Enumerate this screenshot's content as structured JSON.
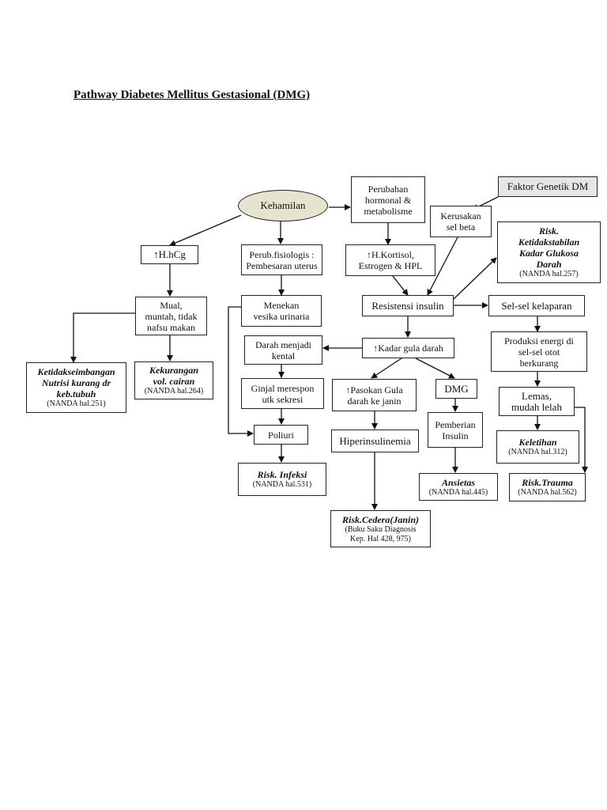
{
  "title": "Pathway Diabetes Mellitus Gestasional (DMG)",
  "nodes": {
    "kehamilan": [
      "Kehamilan"
    ],
    "perubahan_hormonal": [
      "Perubahan",
      "hormonal &",
      "metabolisme"
    ],
    "faktor_genetik": [
      "Faktor Genetik DM"
    ],
    "kerusakan_sel_beta": [
      "Kerusakan",
      "sel beta"
    ],
    "risk_ketidakstabilan": {
      "bold": [
        "Risk.",
        "Ketidakstabilan",
        "Kadar Glukosa",
        "Darah"
      ],
      "ref": "(NANDA hal.257)"
    },
    "hcg": [
      "↑H.hCg"
    ],
    "perub_fisiologis": [
      "Perub.fisiologis :",
      "Pembesaran uterus"
    ],
    "h_kortisol": [
      "↑H.Kortisol,",
      "Estrogen & HPL"
    ],
    "mual": [
      "Mual,",
      "muntah, tidak",
      "nafsu makan"
    ],
    "menekan_vesika": [
      "Menekan",
      "vesika urinaria"
    ],
    "resistensi_insulin": [
      "Resistensi insulin"
    ],
    "sel_kelaparan": [
      "Sel-sel kelaparan"
    ],
    "darah_kental": [
      "Darah menjadi",
      "kental"
    ],
    "kadar_gula": [
      "↑Kadar gula darah"
    ],
    "produksi_energi": [
      "Produksi energi di",
      "sel-sel otot",
      "berkurang"
    ],
    "ketidakseimbangan": {
      "bold": [
        "Ketidakseimbangan",
        "Nutrisi kurang dr",
        "keb.tubuh"
      ],
      "ref": "(NANDA hal.251)"
    },
    "kekurangan_cairan": {
      "bold": [
        "Kekurangan",
        "vol. cairan"
      ],
      "ref": "(NANDA hal.264)"
    },
    "ginjal": [
      "Ginjal merespon",
      "utk sekresi"
    ],
    "pasokan_gula": [
      "↑Pasokan Gula",
      "darah ke janin"
    ],
    "dmg": [
      "DMG"
    ],
    "lemas": [
      "Lemas,",
      "mudah lelah"
    ],
    "poliuri": [
      "Poliuri"
    ],
    "hiperinsulinemia": [
      "Hiperinsulinemia"
    ],
    "pemberian_insulin": [
      "Pemberian",
      "Insulin"
    ],
    "keletihan": {
      "bold": [
        "Keletihan"
      ],
      "ref": "(NANDA hal.312)"
    },
    "risk_infeksi": {
      "bold": [
        "Risk. Infeksi"
      ],
      "ref": "(NANDA hal.531)"
    },
    "ansietas": {
      "bold": [
        "Ansietas"
      ],
      "ref": "(NANDA hal.445)"
    },
    "risk_trauma": {
      "bold": [
        "Risk.Trauma"
      ],
      "ref": "(NANDA hal.562)"
    },
    "risk_cedera": {
      "bold": [
        "Risk.Cedera(Janin)"
      ],
      "ref": [
        "(Buku Saku Diagnosis",
        "Kep. Hal 428, 975)"
      ]
    }
  }
}
